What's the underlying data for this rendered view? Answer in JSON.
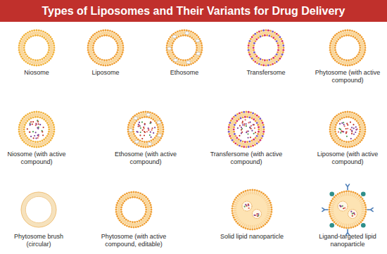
{
  "diagram": {
    "title": "Types of Liposomes and Their Variants for Drug Delivery",
    "nodes": [
      {
        "text": [
          "Niosome"
        ]
      },
      {
        "text": [
          "Liposome"
        ]
      },
      {
        "text": [
          "Ethosome"
        ]
      },
      {
        "text": [
          "Transfersome"
        ]
      },
      {
        "text": [
          "Phytosome (with active compound)"
        ]
      },
      {
        "text": [
          "Niosome (with active compound)"
        ]
      },
      {
        "text": [
          "Ethosome (with active compound)"
        ]
      },
      {
        "text": [
          "Transfersome (with active compound)"
        ]
      },
      {
        "text": [
          "Liposome (with active compound)"
        ]
      },
      {
        "text": [
          "Phytosome brush (circular)"
        ]
      },
      {
        "text": [
          "Phytosome (with active compound, editable)"
        ]
      },
      {
        "text": [
          "Solid lipid nanoparticle"
        ]
      },
      {
        "text": [
          "Ligand-targeted lipid nanoparticle"
        ]
      }
    ]
  }
}
